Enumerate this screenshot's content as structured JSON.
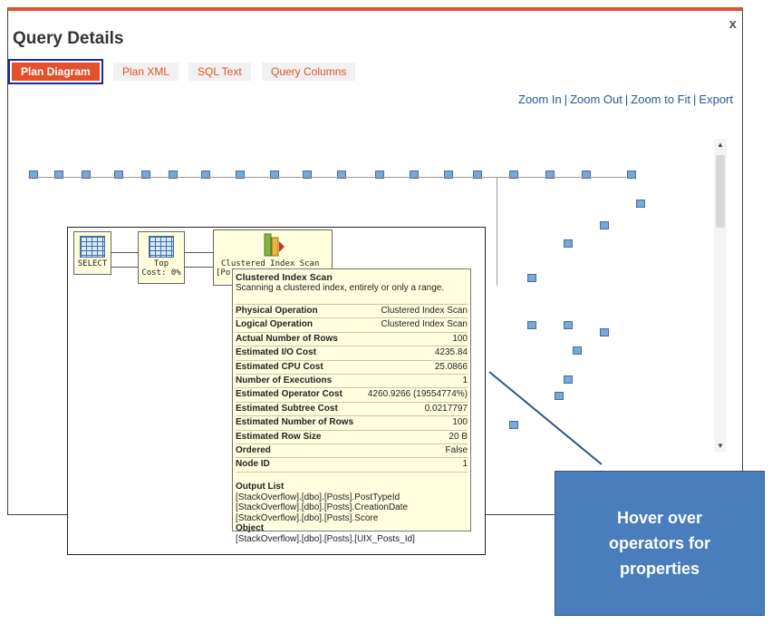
{
  "dialog": {
    "title": "Query Details",
    "close": "x",
    "tabs": [
      {
        "label": "Plan Diagram",
        "active": true
      },
      {
        "label": "Plan XML",
        "active": false
      },
      {
        "label": "SQL Text",
        "active": false
      },
      {
        "label": "Query Columns",
        "active": false
      }
    ],
    "toolbar": {
      "zoom_in": "Zoom In",
      "zoom_out": "Zoom Out",
      "zoom_fit": "Zoom to Fit",
      "export": "Export",
      "separator": "|"
    }
  },
  "zoom": {
    "op_select": "SELECT",
    "op_top_name": "Top",
    "op_top_cost": "Cost: 0%",
    "op_scan_name": "Clustered Index Scan",
    "op_scan_sub": "[Po"
  },
  "tooltip": {
    "title": "Clustered Index Scan",
    "description": "Scanning a clustered index, entirely or only a range.",
    "rows": [
      {
        "label": "Physical Operation",
        "value": "Clustered Index Scan"
      },
      {
        "label": "Logical Operation",
        "value": "Clustered Index Scan"
      },
      {
        "label": "Actual Number of Rows",
        "value": "100"
      },
      {
        "label": "Estimated I/O Cost",
        "value": "4235.84"
      },
      {
        "label": "Estimated CPU Cost",
        "value": "25.0866"
      },
      {
        "label": "Number of Executions",
        "value": "1"
      },
      {
        "label": "Estimated Operator Cost",
        "value": "4260.9266 (19554774%)"
      },
      {
        "label": "Estimated Subtree Cost",
        "value": "0.0217797"
      },
      {
        "label": "Estimated Number of Rows",
        "value": "100"
      },
      {
        "label": "Estimated Row Size",
        "value": "20 B"
      },
      {
        "label": "Ordered",
        "value": "False"
      },
      {
        "label": "Node ID",
        "value": "1"
      }
    ],
    "output_list_label": "Output List",
    "output_list": [
      "[StackOverflow].[dbo].[Posts].PostTypeId",
      "[StackOverflow].[dbo].[Posts].CreationDate",
      "[StackOverflow].[dbo].[Posts].Score"
    ],
    "object_label": "Object",
    "object": "[StackOverflow].[dbo].[Posts].[UIX_Posts_Id]"
  },
  "callout": {
    "text": "Hover over operators for properties"
  },
  "colors": {
    "accent": "#e4502b",
    "link": "#1d5b9b",
    "callout": "#4a7dbb",
    "tooltip_bg": "#ffffdf"
  }
}
